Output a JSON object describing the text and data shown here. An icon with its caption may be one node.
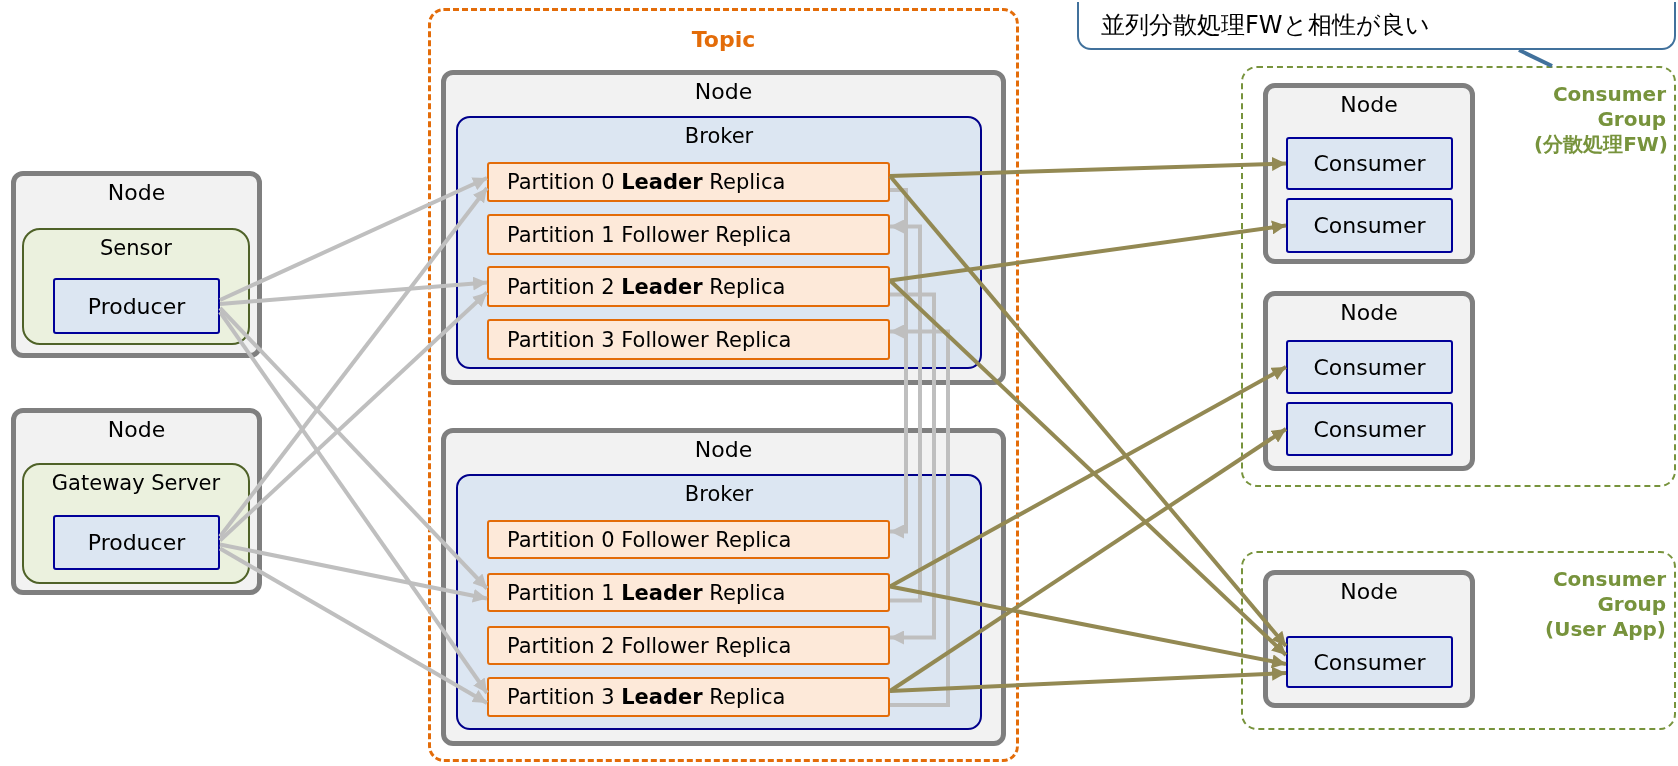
{
  "diagram": {
    "nodes": [
      {
        "text": [
          "Topic"
        ]
      },
      {
        "text": [
          "Node"
        ],
        "in": 0
      },
      {
        "text": [
          "Broker"
        ],
        "in": 1
      },
      {
        "text": [
          "Partition 0 **Leader** Replica"
        ],
        "in": 2
      },
      {
        "text": [
          "Partition 1 Follower Replica"
        ],
        "in": 2
      },
      {
        "text": [
          "Partition 2 **Leader** Replica"
        ],
        "in": 2
      },
      {
        "text": [
          "Partition 3 Follower Replica"
        ],
        "in": 2
      },
      {
        "text": [
          "Node"
        ],
        "in": 0
      },
      {
        "text": [
          "Broker"
        ],
        "in": 7
      },
      {
        "text": [
          "Partition 0 Follower Replica"
        ],
        "in": 8
      },
      {
        "text": [
          "Partition 1 **Leader** Replica"
        ],
        "in": 8
      },
      {
        "text": [
          "Partition 2 Follower Replica"
        ],
        "in": 8
      },
      {
        "text": [
          "Partition 3 **Leader** Replica"
        ],
        "in": 8
      },
      {
        "text": [
          "Node"
        ]
      },
      {
        "text": [
          "Sensor"
        ],
        "in": 13
      },
      {
        "text": [
          "Producer"
        ],
        "in": 14
      },
      {
        "text": [
          "Node"
        ]
      },
      {
        "text": [
          "Gateway Server"
        ],
        "in": 16
      },
      {
        "text": [
          "Producer"
        ],
        "in": 17
      },
      {
        "text": [
          "並列分散処理FWと相性が良い"
        ]
      },
      {
        "text": [
          "Consumer Group (分散処理FW)"
        ]
      },
      {
        "text": [
          "Node"
        ],
        "in": 20
      },
      {
        "text": [
          "Consumer"
        ],
        "in": 21
      },
      {
        "text": [
          "Consumer"
        ],
        "in": 21
      },
      {
        "text": [
          "Node"
        ],
        "in": 20
      },
      {
        "text": [
          "Consumer"
        ],
        "in": 24
      },
      {
        "text": [
          "Consumer"
        ],
        "in": 24
      },
      {
        "text": [
          "Consumer Group (User App)"
        ]
      },
      {
        "text": [
          "Node"
        ],
        "in": 27
      },
      {
        "text": [
          "Consumer"
        ],
        "in": 28
      }
    ],
    "edges": [
      {
        "from": 15,
        "to": 3,
        "arrow": "to"
      },
      {
        "from": 15,
        "to": 5,
        "arrow": "to"
      },
      {
        "from": 15,
        "to": 10,
        "arrow": "to"
      },
      {
        "from": 15,
        "to": 12,
        "arrow": "to"
      },
      {
        "from": 18,
        "to": 3,
        "arrow": "to"
      },
      {
        "from": 18,
        "to": 5,
        "arrow": "to"
      },
      {
        "from": 18,
        "to": 10,
        "arrow": "to"
      },
      {
        "from": 18,
        "to": 12,
        "arrow": "to"
      },
      {
        "from": 3,
        "to": 9,
        "arrow": "to"
      },
      {
        "from": 10,
        "to": 4,
        "arrow": "to"
      },
      {
        "from": 5,
        "to": 11,
        "arrow": "to"
      },
      {
        "from": 12,
        "to": 6,
        "arrow": "to"
      },
      {
        "from": 3,
        "to": 22,
        "arrow": "to",
        "color": "#938953"
      },
      {
        "from": 3,
        "to": 29,
        "arrow": "to",
        "color": "#938953"
      },
      {
        "from": 5,
        "to": 23,
        "arrow": "to",
        "color": "#938953"
      },
      {
        "from": 5,
        "to": 29,
        "arrow": "to",
        "color": "#938953"
      },
      {
        "from": 10,
        "to": 25,
        "arrow": "to",
        "color": "#938953"
      },
      {
        "from": 10,
        "to": 29,
        "arrow": "to",
        "color": "#938953"
      },
      {
        "from": 12,
        "to": 26,
        "arrow": "to",
        "color": "#938953"
      },
      {
        "from": 12,
        "to": 29,
        "arrow": "to",
        "color": "#938953"
      },
      {
        "from": 19,
        "to": 20,
        "arrow": "none",
        "color": "#41719c"
      }
    ]
  }
}
